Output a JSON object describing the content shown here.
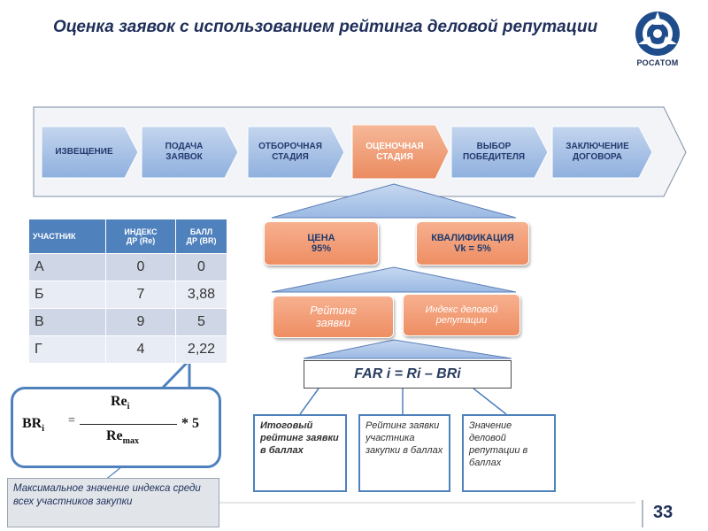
{
  "slide": {
    "title": "Оценка заявок с использованием рейтинга деловой репутации",
    "logo_text": "РОСАТОМ",
    "page_number": "33"
  },
  "process": {
    "steps": [
      {
        "label_line1": "ИЗВЕЩЕНИЕ",
        "label_line2": ""
      },
      {
        "label_line1": "ПОДАЧА",
        "label_line2": "ЗАЯВОК"
      },
      {
        "label_line1": "ОТБОРОЧНАЯ",
        "label_line2": "СТАДИЯ"
      },
      {
        "label_line1": "ОЦЕНОЧНАЯ",
        "label_line2": "СТАДИЯ"
      },
      {
        "label_line1": "ВЫБОР",
        "label_line2": "ПОБЕДИТЕЛЯ"
      },
      {
        "label_line1": "ЗАКЛЮЧЕНИЕ",
        "label_line2": "ДОГОВОРА"
      }
    ]
  },
  "criteria": {
    "price": {
      "line1": "ЦЕНА",
      "line2": "95%"
    },
    "qualification": {
      "line1": "КВАЛИФИКАЦИЯ",
      "line2": "Vk = 5%"
    },
    "rating": {
      "line1": "Рейтинг",
      "line2": "заявки"
    },
    "reputation_index": {
      "line1": "Индекс деловой",
      "line2": "репутации"
    }
  },
  "formula": "FAR i = Ri – BRi",
  "notes": {
    "total_rating": "Итоговый рейтинг заявки в баллах",
    "participant_rating": "Рейтинг заявки участника закупки в баллах",
    "reputation_value": "Значение деловой репутации в баллах",
    "max_value": "Максимальное значение индекса среди всех участников закупки"
  },
  "table": {
    "headers": {
      "participant": "УЧАСТНИК",
      "index_line1": "ИНДЕКС",
      "index_line2": "ДР (Re)",
      "score_line1": "БАЛЛ",
      "score_line2": "ДР (BR)"
    },
    "rows": [
      {
        "participant": "А",
        "index": "0",
        "score": "0"
      },
      {
        "participant": "Б",
        "index": "7",
        "score": "3,88"
      },
      {
        "participant": "В",
        "index": "9",
        "score": "5"
      },
      {
        "participant": "Г",
        "index": "4",
        "score": "2,22"
      }
    ]
  },
  "br_formula": {
    "lhs": "BR",
    "lhs_sub": "i",
    "eq": "=",
    "num": "Re",
    "num_sub": "i",
    "den": "Re",
    "den_sub": "max",
    "mult": "* 5"
  },
  "colors": {
    "step_fill": "#a9c1e6",
    "active_step": "#f0a27c",
    "accent_blue": "#4f81bd",
    "title": "#1f2f5a"
  }
}
